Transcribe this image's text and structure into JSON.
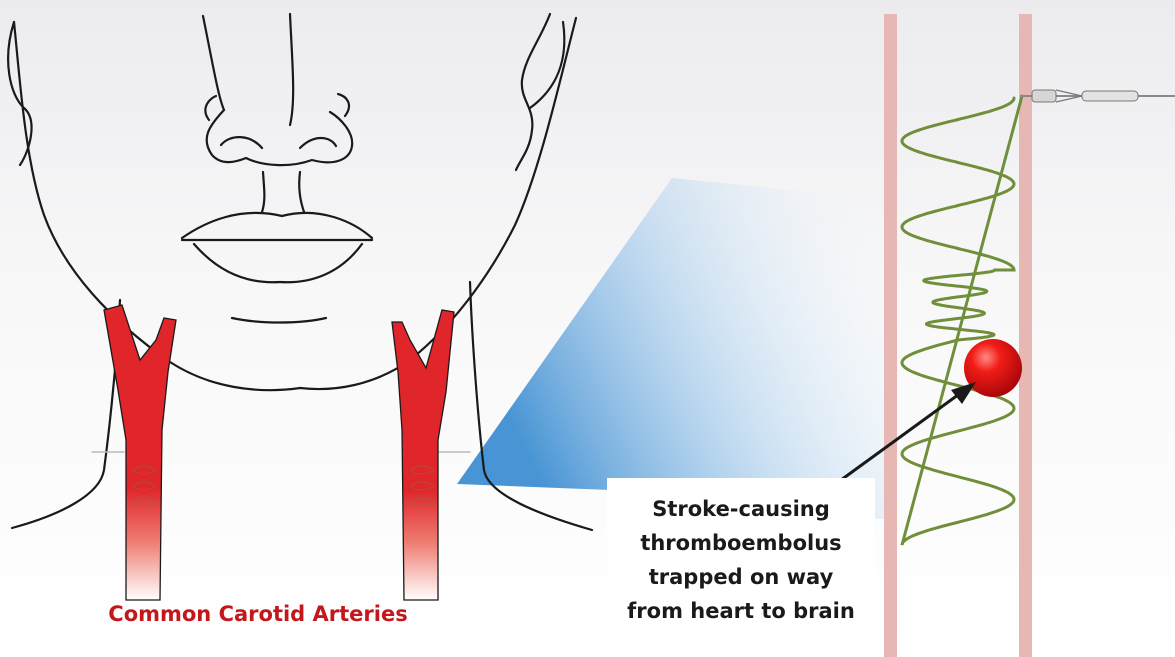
{
  "labels": {
    "arteries": "Common Carotid Arteries",
    "callout_lines": [
      "Stroke-causing",
      "thromboembolus",
      "trapped on way",
      "from heart to brain"
    ]
  },
  "colors": {
    "artery_red": "#e0252b",
    "label_red": "#c4171b",
    "vessel_wall": "#e7b8b3",
    "coil_green": "#6f8f3a",
    "embolus_red": "#e41b17",
    "zoom_blue": "#3f8fd2",
    "line_black": "#1a1a1a"
  },
  "icons": {
    "embolus": "red-sphere",
    "device_tip": "delivery-wire-tip"
  }
}
